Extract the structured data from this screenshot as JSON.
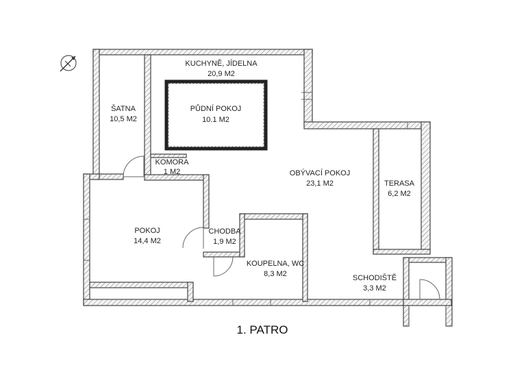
{
  "plan": {
    "title": "1. PATRO",
    "rooms": [
      {
        "id": "kuchyne",
        "name": "KUCHYNĚ, JÍDELNA",
        "area": "20,9 M2"
      },
      {
        "id": "pudni",
        "name": "PŮDNÍ POKOJ",
        "area": "10.1 M2"
      },
      {
        "id": "satna",
        "name": "ŠATNA",
        "area": "10,5 M2"
      },
      {
        "id": "komora",
        "name": "KOMORA",
        "area": "1 M2"
      },
      {
        "id": "obyvaci",
        "name": "OBÝVACÍ POKOJ",
        "area": "23,1 M2"
      },
      {
        "id": "terasa",
        "name": "TERASA",
        "area": "6,2 M2"
      },
      {
        "id": "pokoj",
        "name": "POKOJ",
        "area": "14,4 M2"
      },
      {
        "id": "chodba",
        "name": "CHODBA",
        "area": "1,9 M2"
      },
      {
        "id": "koupelna",
        "name": "KOUPELNA, WC",
        "area": "8,3 M2"
      },
      {
        "id": "schodiste",
        "name": "SCHODIŠTĚ",
        "area": "3,3 M2"
      }
    ]
  },
  "compass": {
    "icon": "north-arrow-icon"
  }
}
